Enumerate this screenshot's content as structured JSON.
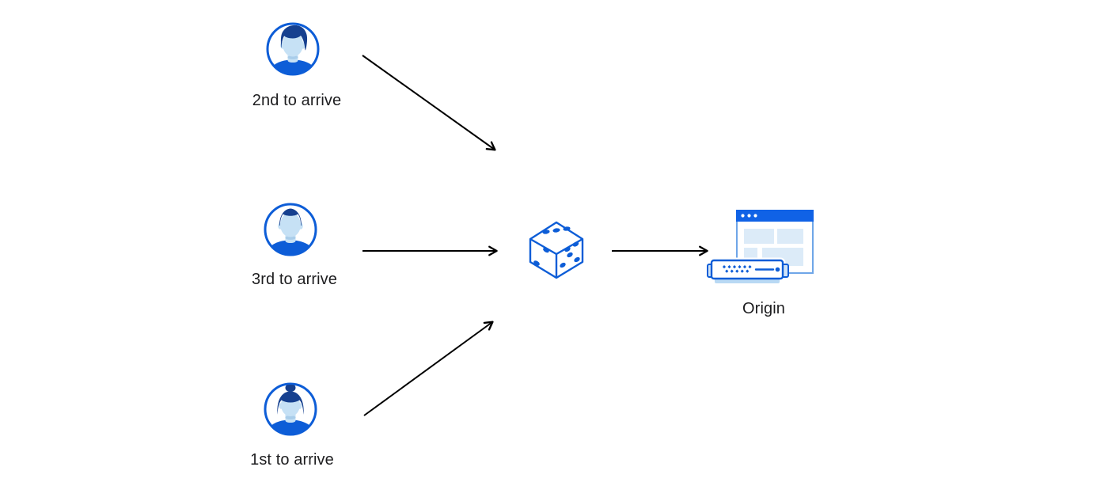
{
  "diagram": {
    "background_color": "#ffffff",
    "colors": {
      "primary_blue": "#0d5dd7",
      "hair_navy": "#16408f",
      "skin_light_blue": "#c6e1f5",
      "neck_shadow_blue": "#a9cdea",
      "window_titlebar_blue": "#1062e6",
      "window_border_blue": "#6fa6e8",
      "panel_light_blue": "#dcebf8",
      "server_base_blue": "#b9d9f4",
      "lug_light_blue": "#cfe3f7",
      "arrow_color": "#000000",
      "label_color": "#1d1d1f"
    },
    "nodes": {
      "visitor_top": {
        "label": "2nd to arrive",
        "icon": "user-avatar-icon"
      },
      "visitor_middle": {
        "label": "3rd to arrive",
        "icon": "user-avatar-icon"
      },
      "visitor_bottom": {
        "label": "1st to arrive",
        "icon": "user-avatar-icon"
      },
      "randomizer": {
        "icon": "dice-icon",
        "dice_pips_visible": {
          "top_face": 3,
          "left_face": 2,
          "right_face": 5
        }
      },
      "origin": {
        "label": "Origin",
        "icon": "origin-server-browser-icon"
      }
    },
    "edges": [
      {
        "from": "visitor_top",
        "to": "randomizer"
      },
      {
        "from": "visitor_middle",
        "to": "randomizer"
      },
      {
        "from": "visitor_bottom",
        "to": "randomizer"
      },
      {
        "from": "randomizer",
        "to": "origin"
      }
    ]
  }
}
